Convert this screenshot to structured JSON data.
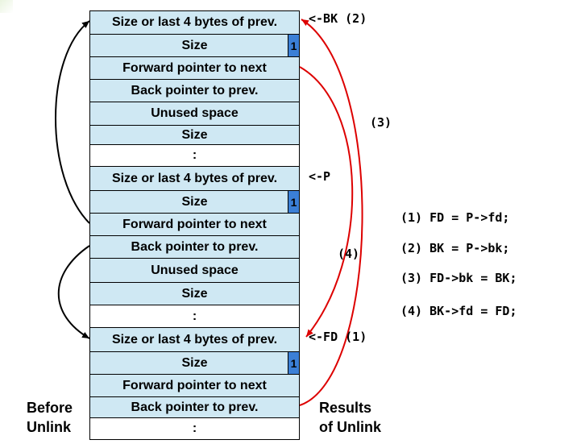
{
  "stack": {
    "cells": [
      {
        "label": "Size or last 4 bytes of prev.",
        "style": "blue"
      },
      {
        "label": "Size",
        "style": "blue",
        "flag": "1"
      },
      {
        "label": "Forward pointer to next",
        "style": "blue"
      },
      {
        "label": "Back pointer to prev.",
        "style": "blue"
      },
      {
        "label": "Unused space",
        "style": "blue"
      },
      {
        "label": "Size",
        "style": "blue"
      },
      {
        "label": ":",
        "style": "white"
      },
      {
        "label": "Size or last 4 bytes of prev.",
        "style": "blue"
      },
      {
        "label": "Size",
        "style": "blue",
        "flag": "1"
      },
      {
        "label": "Forward pointer to next",
        "style": "blue"
      },
      {
        "label": "Back pointer to prev.",
        "style": "blue"
      },
      {
        "label": "Unused space",
        "style": "blue"
      },
      {
        "label": "Size",
        "style": "blue"
      },
      {
        "label": ":",
        "style": "white"
      },
      {
        "label": "Size or last 4 bytes of prev.",
        "style": "blue"
      },
      {
        "label": "Size",
        "style": "blue",
        "flag": "1"
      },
      {
        "label": "Forward pointer to next",
        "style": "blue"
      },
      {
        "label": "Back pointer to prev.",
        "style": "blue"
      },
      {
        "label": ":",
        "style": "white"
      }
    ]
  },
  "pointers": {
    "bk": "<-BK (2)",
    "p": "<-P",
    "fd": "<-FD (1)",
    "step3": "(3)",
    "step4": "(4)"
  },
  "steps": [
    "(1) FD = P->fd;",
    "(2) BK = P->bk;",
    "(3) FD->bk = BK;",
    "(4) BK->fd = FD;"
  ],
  "captions": {
    "before_line1": "Before",
    "before_line2": "Unlink",
    "results_line1": "Results",
    "results_line2": "of Unlink"
  },
  "colors": {
    "cell_fill": "#cfe8f3",
    "flag_fill": "#3b7fd6",
    "before_arrow": "#000000",
    "result_arrow": "#dd0000"
  }
}
